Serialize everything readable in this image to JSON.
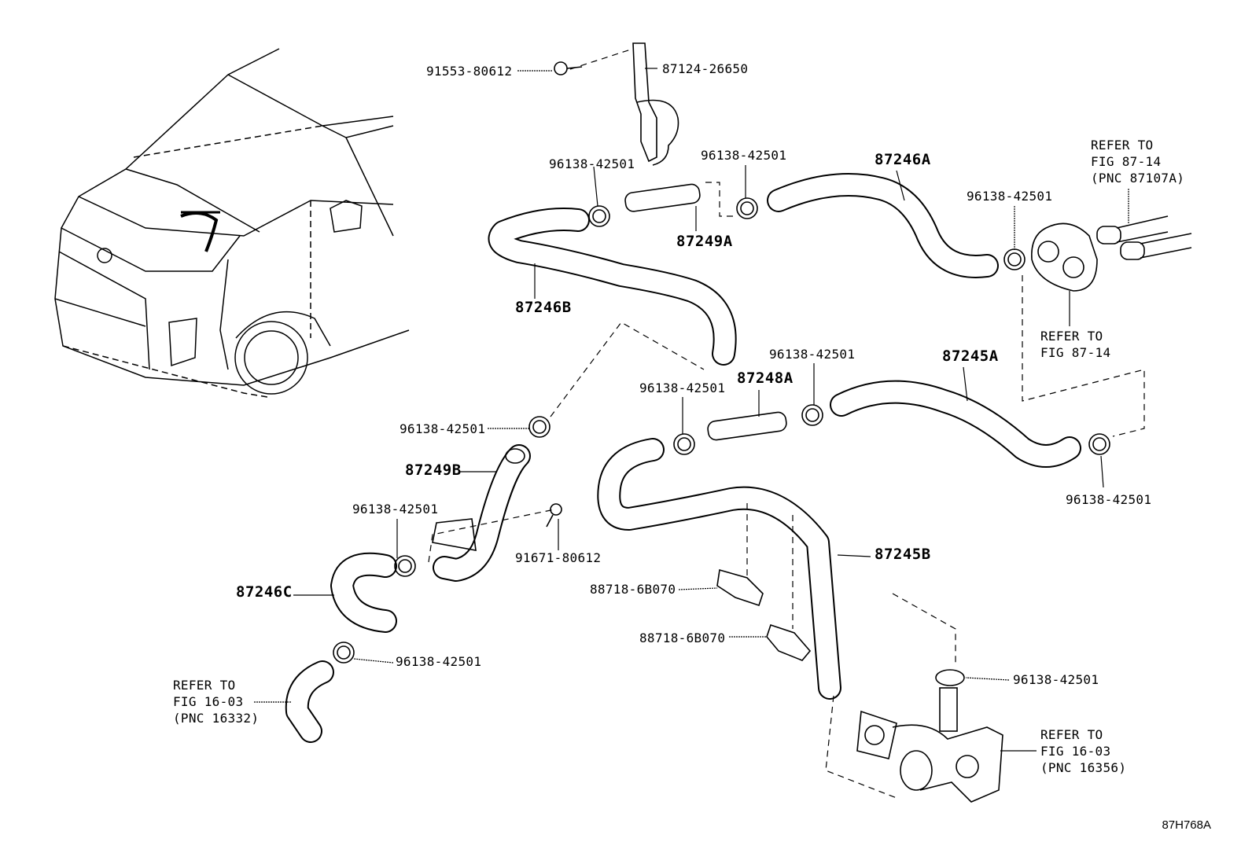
{
  "figure_code": "87H768A",
  "parts": {
    "bolt_top": "91553-80612",
    "bracket": "87124-26650",
    "clamp": "96138-42501",
    "hose_87246A": "87246A",
    "hose_87246B": "87246B",
    "hose_87246C": "87246C",
    "pipe_87249A": "87249A",
    "pipe_87249B": "87249B",
    "pipe_87248A": "87248A",
    "hose_87245A": "87245A",
    "hose_87245B": "87245B",
    "bolt_lower": "91671-80612",
    "clip": "88718-6B070"
  },
  "refs": {
    "heater_top": {
      "l1": "REFER TO",
      "l2": "FIG 87-14",
      "l3": "(PNC 87107A)"
    },
    "heater_plate": {
      "l1": "REFER TO",
      "l2": "FIG 87-14"
    },
    "engine_left": {
      "l1": "REFER TO",
      "l2": "FIG 16-03",
      "l3": "(PNC 16332)"
    },
    "engine_right": {
      "l1": "REFER TO",
      "l2": "FIG 16-03",
      "l3": "(PNC 16356)"
    }
  }
}
